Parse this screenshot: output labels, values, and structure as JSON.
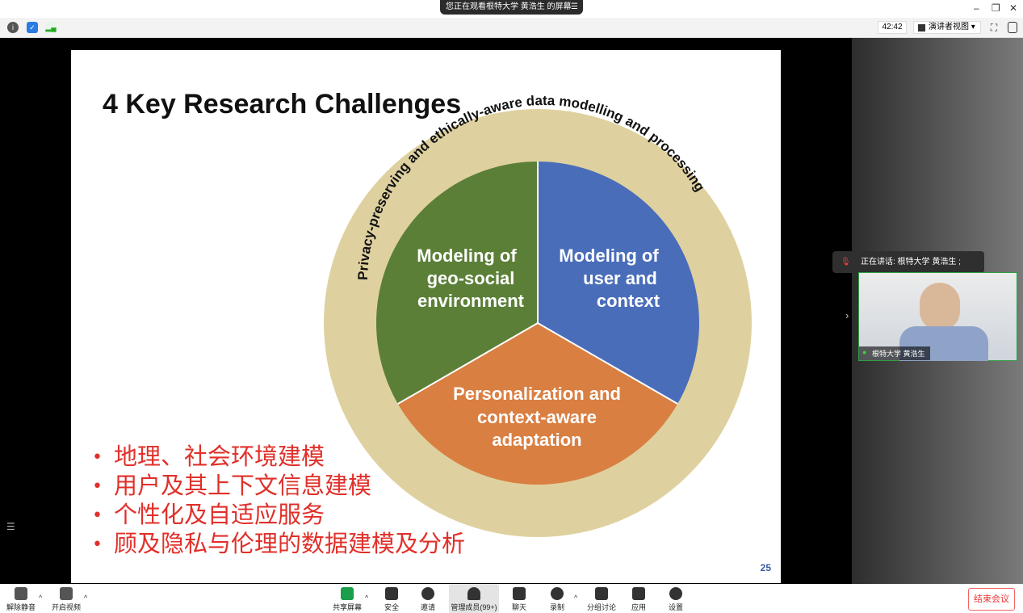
{
  "titlebar": {
    "share_label": "您正在观看根特大学 黄浩生 的屏幕",
    "menu": "☰",
    "min": "–",
    "restore": "❐",
    "close": "✕"
  },
  "infobar": {
    "timer": "42:42",
    "view_label": "演讲者视图 ▾"
  },
  "slide": {
    "title": "4 Key Research Challenges",
    "ring_text": "Privacy-preserving and ethically-aware data modelling and processing",
    "segments": [
      {
        "lines": [
          "Modeling of",
          "geo-social",
          "environment"
        ],
        "color": "#5b7f37"
      },
      {
        "lines": [
          "Modeling of",
          "user and",
          "context"
        ],
        "color": "#4a6dba"
      },
      {
        "lines": [
          "Personalization and",
          "context-aware",
          "adaptation"
        ],
        "color": "#d97f42"
      }
    ],
    "ring_color": "#dfd19f",
    "bullets": [
      "地理、社会环境建模",
      "用户及其上下文信息建模",
      "个性化及自适应服务",
      "顾及隐私与伦理的数据建模及分析"
    ],
    "page": "25"
  },
  "speaker": {
    "label": "正在讲话: 根特大学 黄浩生 ;",
    "video_name": "根特大学 黄浩生"
  },
  "toolbar": {
    "mute": "解除静音",
    "video": "开启视频",
    "share": "共享屏幕",
    "security": "安全",
    "invite": "邀请",
    "members": "管理成员(99+)",
    "chat": "聊天",
    "record": "录制",
    "breakout": "分组讨论",
    "apps": "应用",
    "settings": "设置",
    "end": "结束会议"
  }
}
